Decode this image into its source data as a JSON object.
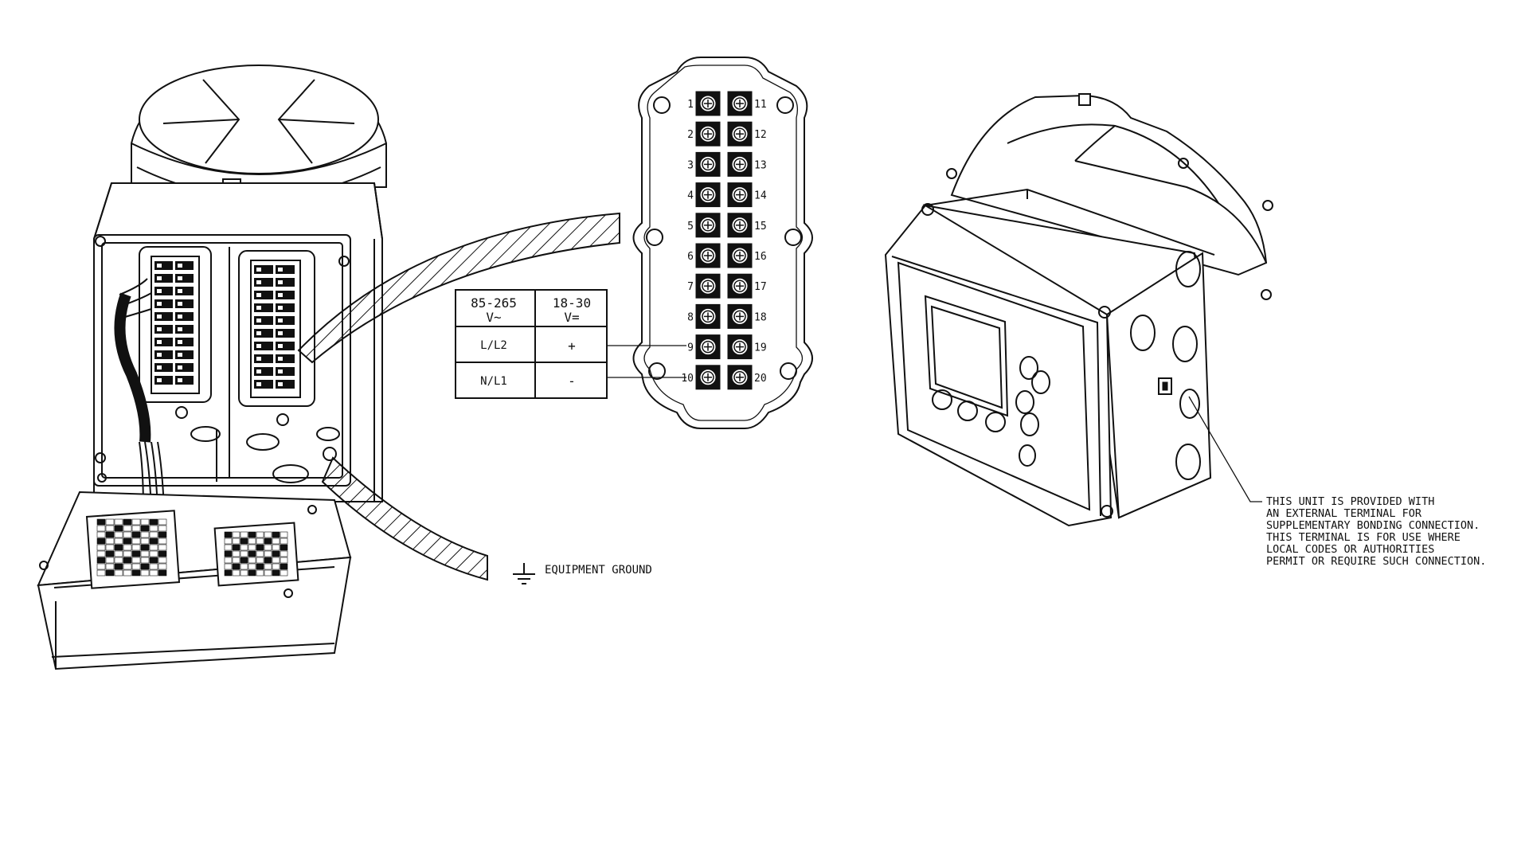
{
  "supply_table": {
    "header_ac_range": "85-265",
    "header_ac_unit": "V~",
    "header_dc_range": "18-30",
    "header_dc_unit": "V=",
    "row1_left": "L/L2",
    "row1_right": "+",
    "row2_left": "N/L1",
    "row2_right": "-"
  },
  "terminal_block": {
    "left_numbers": [
      "1",
      "2",
      "3",
      "4",
      "5",
      "6",
      "7",
      "8",
      "9",
      "10"
    ],
    "right_numbers": [
      "11",
      "12",
      "13",
      "14",
      "15",
      "16",
      "17",
      "18",
      "19",
      "20"
    ]
  },
  "ground_label": "EQUIPMENT GROUND",
  "bonding_note": [
    "THIS UNIT IS PROVIDED WITH",
    "AN EXTERNAL TERMINAL FOR",
    "SUPPLEMENTARY BONDING CONNECTION.",
    "THIS TERMINAL IS FOR USE WHERE",
    "LOCAL CODES OR AUTHORITIES",
    "PERMIT OR REQUIRE SUCH CONNECTION."
  ],
  "colors": {
    "line": "#111111",
    "background": "#ffffff"
  }
}
